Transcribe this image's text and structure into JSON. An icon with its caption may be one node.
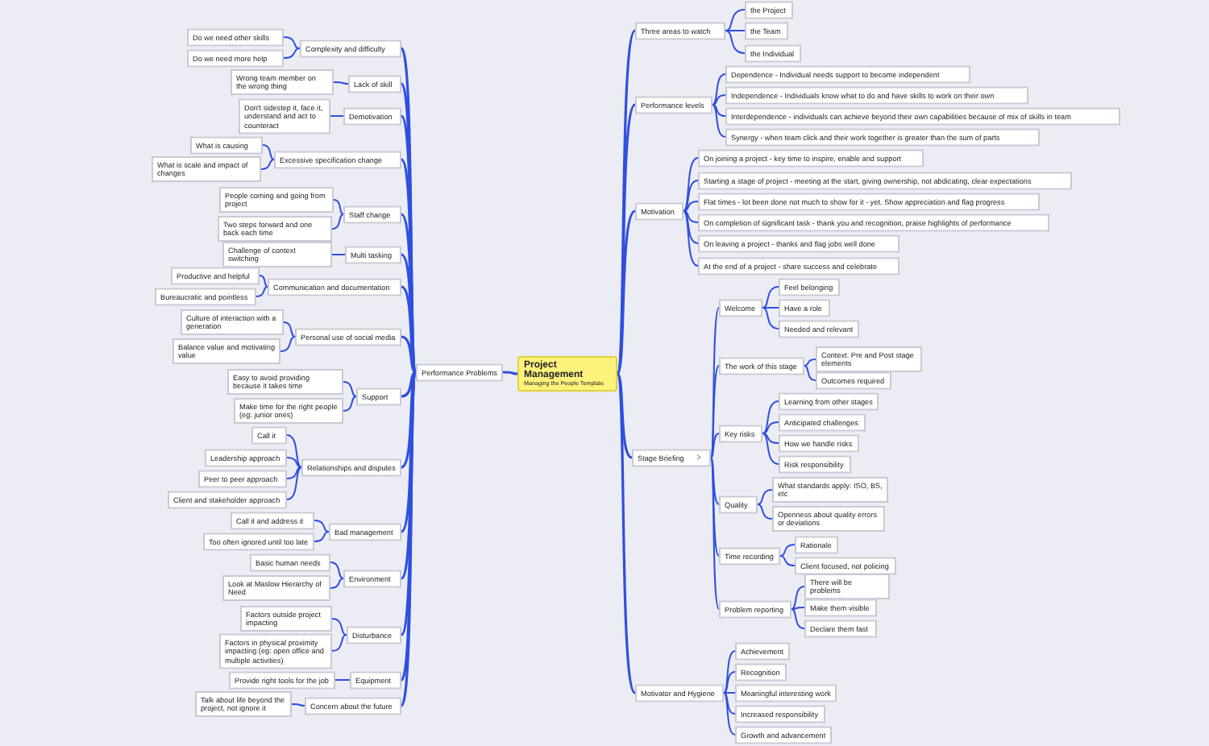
{
  "diagram": {
    "nodes": [
      {
        "text": [
          "Project Management",
          "Managing the People Template"
        ]
      },
      {
        "text": [
          "Performance Problems"
        ]
      },
      {
        "text": [
          "Complexity and difficulty"
        ]
      },
      {
        "text": [
          "Do we need other skills"
        ]
      },
      {
        "text": [
          "Do we need more help"
        ]
      },
      {
        "text": [
          "Lack of skill"
        ]
      },
      {
        "text": [
          "Wrong team member on the wrong thing"
        ]
      },
      {
        "text": [
          "Demotivation"
        ]
      },
      {
        "text": [
          "Don't sidestep it, face it, understand and act to counteract"
        ]
      },
      {
        "text": [
          "Excessive specification change"
        ]
      },
      {
        "text": [
          "What is causing"
        ]
      },
      {
        "text": [
          "What is scale and impact of changes"
        ]
      },
      {
        "text": [
          "Staff change"
        ]
      },
      {
        "text": [
          "People coming and going from project"
        ]
      },
      {
        "text": [
          "Two steps forward and one back each time"
        ]
      },
      {
        "text": [
          "Multi tasking"
        ]
      },
      {
        "text": [
          "Challenge of context switching"
        ]
      },
      {
        "text": [
          "Communication and documentation"
        ]
      },
      {
        "text": [
          "Productive and helpful"
        ]
      },
      {
        "text": [
          "Bureaucratic and pointless"
        ]
      },
      {
        "text": [
          "Personal use of social media"
        ]
      },
      {
        "text": [
          "Culture of interaction with a generation"
        ]
      },
      {
        "text": [
          "Balance value and motivating value"
        ]
      },
      {
        "text": [
          "Support"
        ]
      },
      {
        "text": [
          "Easy to avoid providing because it takes time"
        ]
      },
      {
        "text": [
          "Make time for the right people (eg: junior ones)"
        ]
      },
      {
        "text": [
          "Relationships and disputes"
        ]
      },
      {
        "text": [
          "Call it"
        ]
      },
      {
        "text": [
          "Leadership approach"
        ]
      },
      {
        "text": [
          "Peer to peer approach"
        ]
      },
      {
        "text": [
          "Client and stakeholder approach"
        ]
      },
      {
        "text": [
          "Bad management"
        ]
      },
      {
        "text": [
          "Call it and address it"
        ]
      },
      {
        "text": [
          "Too often ignored until too late"
        ]
      },
      {
        "text": [
          "Environment"
        ]
      },
      {
        "text": [
          "Basic human needs"
        ]
      },
      {
        "text": [
          "Look at Maslow Hierarchy of Need"
        ]
      },
      {
        "text": [
          "Disturbance"
        ]
      },
      {
        "text": [
          "Factors outside project impacting"
        ]
      },
      {
        "text": [
          "Factors in physical proximity impacting (eg: open office and multiple activities)"
        ]
      },
      {
        "text": [
          "Equipment"
        ]
      },
      {
        "text": [
          "Provide right tools for the job"
        ]
      },
      {
        "text": [
          "Concern about the future"
        ]
      },
      {
        "text": [
          "Talk about life beyond the project, not ignore it"
        ]
      },
      {
        "text": [
          "Three areas to watch"
        ]
      },
      {
        "text": [
          "the Project"
        ]
      },
      {
        "text": [
          "the Team"
        ]
      },
      {
        "text": [
          "the Individual"
        ]
      },
      {
        "text": [
          "Performance levels"
        ]
      },
      {
        "text": [
          "Dependence - Individual needs support to become independent"
        ]
      },
      {
        "text": [
          "Independence - Individuals know what to do and have skills to work on their own"
        ]
      },
      {
        "text": [
          "Interdependence - individuals can achieve beyond their own capabilities because of mix of skills in team"
        ]
      },
      {
        "text": [
          "Synergy - when team click and their work together is greater than the sum of parts"
        ]
      },
      {
        "text": [
          "Motivation"
        ]
      },
      {
        "text": [
          "On joining a project - key time to inspire, enable and support"
        ]
      },
      {
        "text": [
          "Starting a stage of project - meeting at the start, giving ownership, not abdicating, clear expectations"
        ]
      },
      {
        "text": [
          "Flat times - lot been done not much to show for it - yet. Show appreciation and flag progress"
        ]
      },
      {
        "text": [
          "On completion of significant task - thank you and recognition, praise highlights of performance"
        ]
      },
      {
        "text": [
          "On leaving a project - thanks and flag jobs well done"
        ]
      },
      {
        "text": [
          "At the end of a project - share success and celebrate"
        ]
      },
      {
        "text": [
          "Stage Briefing"
        ]
      },
      {
        "text": [
          "Welcome"
        ]
      },
      {
        "text": [
          "Feel belonging"
        ]
      },
      {
        "text": [
          "Have a role"
        ]
      },
      {
        "text": [
          "Needed and relevant"
        ]
      },
      {
        "text": [
          "The work of this stage"
        ]
      },
      {
        "text": [
          "Context: Pre and Post stage elements"
        ]
      },
      {
        "text": [
          "Outcomes required"
        ]
      },
      {
        "text": [
          "Key risks"
        ]
      },
      {
        "text": [
          "Learning from other stages"
        ]
      },
      {
        "text": [
          "Anticipated challenges"
        ]
      },
      {
        "text": [
          "How we handle risks"
        ]
      },
      {
        "text": [
          "Risk responsibility"
        ]
      },
      {
        "text": [
          "Quality"
        ]
      },
      {
        "text": [
          "What standards apply: ISO, BS, etc"
        ]
      },
      {
        "text": [
          "Openness about quality errors or deviations"
        ]
      },
      {
        "text": [
          "Time recording"
        ]
      },
      {
        "text": [
          "Rationale"
        ]
      },
      {
        "text": [
          "Client focused, not policing"
        ]
      },
      {
        "text": [
          "Problem reporting"
        ]
      },
      {
        "text": [
          "There will be problems"
        ]
      },
      {
        "text": [
          "Make them visible"
        ]
      },
      {
        "text": [
          "Declare them fast"
        ]
      },
      {
        "text": [
          "Motivator and Hygiene"
        ]
      },
      {
        "text": [
          "Achievement"
        ]
      },
      {
        "text": [
          "Recognition"
        ]
      },
      {
        "text": [
          "Meaningful interesting work"
        ]
      },
      {
        "text": [
          "Increased responsibility"
        ]
      },
      {
        "text": [
          "Growth and advancement"
        ]
      }
    ],
    "edges": [
      {
        "from": 0,
        "to": 1,
        "arrow": "none"
      },
      {
        "from": 1,
        "to": 2,
        "arrow": "none"
      },
      {
        "from": 2,
        "to": 3,
        "arrow": "none"
      },
      {
        "from": 2,
        "to": 4,
        "arrow": "none"
      },
      {
        "from": 1,
        "to": 5,
        "arrow": "none"
      },
      {
        "from": 5,
        "to": 6,
        "arrow": "none"
      },
      {
        "from": 1,
        "to": 7,
        "arrow": "none"
      },
      {
        "from": 7,
        "to": 8,
        "arrow": "none"
      },
      {
        "from": 1,
        "to": 9,
        "arrow": "none"
      },
      {
        "from": 9,
        "to": 10,
        "arrow": "none"
      },
      {
        "from": 9,
        "to": 11,
        "arrow": "none"
      },
      {
        "from": 1,
        "to": 12,
        "arrow": "none"
      },
      {
        "from": 12,
        "to": 13,
        "arrow": "none"
      },
      {
        "from": 12,
        "to": 14,
        "arrow": "none"
      },
      {
        "from": 1,
        "to": 15,
        "arrow": "none"
      },
      {
        "from": 15,
        "to": 16,
        "arrow": "none"
      },
      {
        "from": 1,
        "to": 17,
        "arrow": "none"
      },
      {
        "from": 17,
        "to": 18,
        "arrow": "none"
      },
      {
        "from": 17,
        "to": 19,
        "arrow": "none"
      },
      {
        "from": 1,
        "to": 20,
        "arrow": "none"
      },
      {
        "from": 20,
        "to": 21,
        "arrow": "none"
      },
      {
        "from": 20,
        "to": 22,
        "arrow": "none"
      },
      {
        "from": 1,
        "to": 23,
        "arrow": "none"
      },
      {
        "from": 23,
        "to": 24,
        "arrow": "none"
      },
      {
        "from": 23,
        "to": 25,
        "arrow": "none"
      },
      {
        "from": 1,
        "to": 26,
        "arrow": "none"
      },
      {
        "from": 26,
        "to": 27,
        "arrow": "none"
      },
      {
        "from": 26,
        "to": 28,
        "arrow": "none"
      },
      {
        "from": 26,
        "to": 29,
        "arrow": "none"
      },
      {
        "from": 26,
        "to": 30,
        "arrow": "none"
      },
      {
        "from": 1,
        "to": 31,
        "arrow": "none"
      },
      {
        "from": 31,
        "to": 32,
        "arrow": "none"
      },
      {
        "from": 31,
        "to": 33,
        "arrow": "none"
      },
      {
        "from": 1,
        "to": 34,
        "arrow": "none"
      },
      {
        "from": 34,
        "to": 35,
        "arrow": "none"
      },
      {
        "from": 34,
        "to": 36,
        "arrow": "none"
      },
      {
        "from": 1,
        "to": 37,
        "arrow": "none"
      },
      {
        "from": 37,
        "to": 38,
        "arrow": "none"
      },
      {
        "from": 37,
        "to": 39,
        "arrow": "none"
      },
      {
        "from": 1,
        "to": 40,
        "arrow": "none"
      },
      {
        "from": 40,
        "to": 41,
        "arrow": "none"
      },
      {
        "from": 1,
        "to": 42,
        "arrow": "none"
      },
      {
        "from": 42,
        "to": 43,
        "arrow": "none"
      },
      {
        "from": 0,
        "to": 44,
        "arrow": "none"
      },
      {
        "from": 44,
        "to": 45,
        "arrow": "none"
      },
      {
        "from": 44,
        "to": 46,
        "arrow": "none"
      },
      {
        "from": 44,
        "to": 47,
        "arrow": "none"
      },
      {
        "from": 0,
        "to": 48,
        "arrow": "none"
      },
      {
        "from": 48,
        "to": 49,
        "arrow": "none"
      },
      {
        "from": 48,
        "to": 50,
        "arrow": "none"
      },
      {
        "from": 48,
        "to": 51,
        "arrow": "none"
      },
      {
        "from": 48,
        "to": 52,
        "arrow": "none"
      },
      {
        "from": 0,
        "to": 53,
        "arrow": "none"
      },
      {
        "from": 53,
        "to": 54,
        "arrow": "none"
      },
      {
        "from": 53,
        "to": 55,
        "arrow": "none"
      },
      {
        "from": 53,
        "to": 56,
        "arrow": "none"
      },
      {
        "from": 53,
        "to": 57,
        "arrow": "none"
      },
      {
        "from": 53,
        "to": 58,
        "arrow": "none"
      },
      {
        "from": 53,
        "to": 59,
        "arrow": "none"
      },
      {
        "from": 0,
        "to": 60,
        "arrow": "none"
      },
      {
        "from": 60,
        "to": 61,
        "arrow": "none"
      },
      {
        "from": 61,
        "to": 62,
        "arrow": "none"
      },
      {
        "from": 61,
        "to": 63,
        "arrow": "none"
      },
      {
        "from": 61,
        "to": 64,
        "arrow": "none"
      },
      {
        "from": 60,
        "to": 65,
        "arrow": "none"
      },
      {
        "from": 65,
        "to": 66,
        "arrow": "none"
      },
      {
        "from": 65,
        "to": 67,
        "arrow": "none"
      },
      {
        "from": 60,
        "to": 68,
        "arrow": "none"
      },
      {
        "from": 68,
        "to": 69,
        "arrow": "none"
      },
      {
        "from": 68,
        "to": 70,
        "arrow": "none"
      },
      {
        "from": 68,
        "to": 71,
        "arrow": "none"
      },
      {
        "from": 68,
        "to": 72,
        "arrow": "none"
      },
      {
        "from": 60,
        "to": 73,
        "arrow": "none"
      },
      {
        "from": 73,
        "to": 74,
        "arrow": "none"
      },
      {
        "from": 73,
        "to": 75,
        "arrow": "none"
      },
      {
        "from": 60,
        "to": 76,
        "arrow": "none"
      },
      {
        "from": 76,
        "to": 77,
        "arrow": "none"
      },
      {
        "from": 76,
        "to": 78,
        "arrow": "none"
      },
      {
        "from": 60,
        "to": 79,
        "arrow": "none"
      },
      {
        "from": 79,
        "to": 80,
        "arrow": "none"
      },
      {
        "from": 79,
        "to": 81,
        "arrow": "none"
      },
      {
        "from": 79,
        "to": 82,
        "arrow": "none"
      },
      {
        "from": 0,
        "to": 83,
        "arrow": "none"
      },
      {
        "from": 83,
        "to": 84,
        "arrow": "none"
      },
      {
        "from": 83,
        "to": 85,
        "arrow": "none"
      },
      {
        "from": 83,
        "to": 86,
        "arrow": "none"
      },
      {
        "from": 83,
        "to": 87,
        "arrow": "none"
      },
      {
        "from": 83,
        "to": 88,
        "arrow": "none"
      }
    ]
  }
}
